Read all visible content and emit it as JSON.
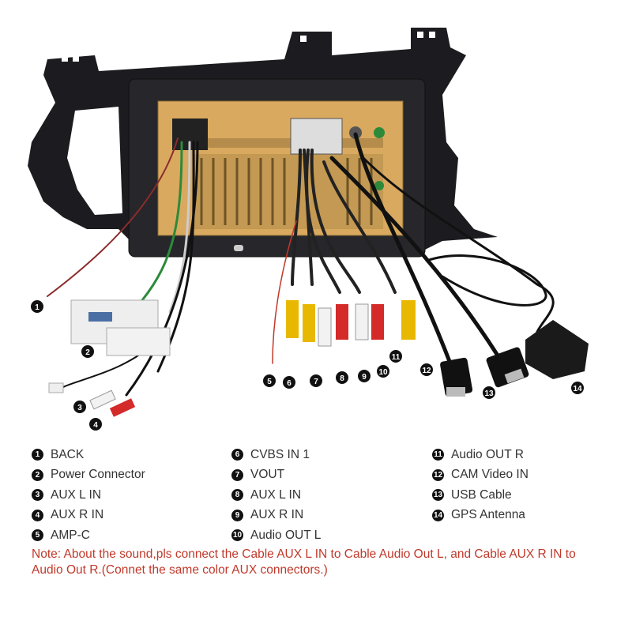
{
  "legend": [
    {
      "num": "1",
      "label": "BACK"
    },
    {
      "num": "2",
      "label": "Power Connector"
    },
    {
      "num": "3",
      "label": "AUX L IN"
    },
    {
      "num": "4",
      "label": "AUX R IN"
    },
    {
      "num": "5",
      "label": "AMP-C"
    },
    {
      "num": "6",
      "label": "CVBS IN 1"
    },
    {
      "num": "7",
      "label": "VOUT"
    },
    {
      "num": "8",
      "label": "AUX L IN"
    },
    {
      "num": "9",
      "label": "AUX R IN"
    },
    {
      "num": "10",
      "label": "Audio OUT L"
    },
    {
      "num": "11",
      "label": "Audio OUT R"
    },
    {
      "num": "12",
      "label": "CAM Video IN"
    },
    {
      "num": "13",
      "label": "USB Cable"
    },
    {
      "num": "14",
      "label": "GPS Antenna"
    }
  ],
  "note": "Note: About the sound,pls connect the Cable AUX L IN to Cable Audio Out L, and Cable AUX R IN to  Audio Out R.(Connet the same color AUX connectors.)",
  "colors": {
    "frame": "#1c1c20",
    "panel": "#d9a95f",
    "note": "#c0392b",
    "rca_yellow": "#e8b800",
    "rca_red": "#d42a2a",
    "rca_white": "#f2f2f2"
  }
}
